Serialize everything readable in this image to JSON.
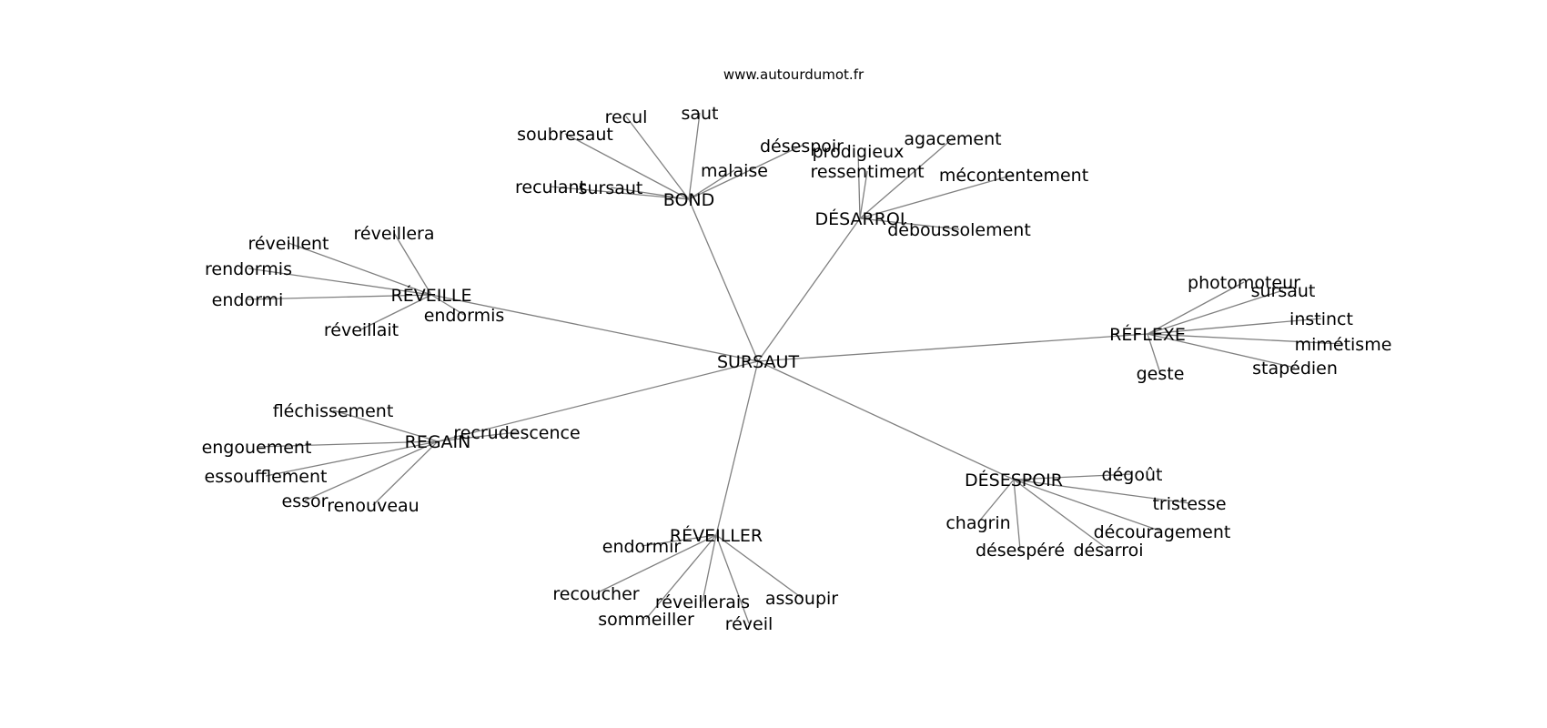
{
  "site": "www.autourdumot.fr",
  "edge_color": "#808080",
  "text_color": "#000000",
  "center": {
    "id": "sursaut_center",
    "label": "SURSAUT"
  },
  "hubs": [
    {
      "id": "bond",
      "label": "BOND",
      "leaves": [
        {
          "id": "bond_saut",
          "label": "saut"
        },
        {
          "id": "bond_recul",
          "label": "recul"
        },
        {
          "id": "bond_soubresaut",
          "label": "soubresaut"
        },
        {
          "id": "bond_reculant",
          "label": "reculant"
        },
        {
          "id": "bond_sursaut",
          "label": "sursaut"
        },
        {
          "id": "bond_malaise",
          "label": "malaise"
        },
        {
          "id": "bond_desespoir",
          "label": "désespoir"
        }
      ]
    },
    {
      "id": "desarroi",
      "label": "DÉSARROI",
      "leaves": [
        {
          "id": "desarroi_prodigieux",
          "label": "prodigieux"
        },
        {
          "id": "desarroi_agacement",
          "label": "agacement"
        },
        {
          "id": "desarroi_ressentiment",
          "label": "ressentiment"
        },
        {
          "id": "desarroi_mecontentement",
          "label": "mécontentement"
        },
        {
          "id": "desarroi_deboussolement",
          "label": "déboussolement"
        }
      ]
    },
    {
      "id": "reveille",
      "label": "RÉVEILLE",
      "leaves": [
        {
          "id": "reveille_reveillera",
          "label": "réveillera"
        },
        {
          "id": "reveille_reveillent",
          "label": "réveillent"
        },
        {
          "id": "reveille_rendormis",
          "label": "rendormis"
        },
        {
          "id": "reveille_endormi",
          "label": "endormi"
        },
        {
          "id": "reveille_reveillait",
          "label": "réveillait"
        },
        {
          "id": "reveille_endormis",
          "label": "endormis"
        }
      ]
    },
    {
      "id": "reflexe",
      "label": "RÉFLEXE",
      "leaves": [
        {
          "id": "reflexe_photomoteur",
          "label": "photomoteur"
        },
        {
          "id": "reflexe_sursaut",
          "label": "sursaut"
        },
        {
          "id": "reflexe_instinct",
          "label": "instinct"
        },
        {
          "id": "reflexe_mimetisme",
          "label": "mimétisme"
        },
        {
          "id": "reflexe_stapedien",
          "label": "stapédien"
        },
        {
          "id": "reflexe_geste",
          "label": "geste"
        }
      ]
    },
    {
      "id": "regain",
      "label": "REGAIN",
      "leaves": [
        {
          "id": "regain_flechissement",
          "label": "fléchissement"
        },
        {
          "id": "regain_recrudescence",
          "label": "recrudescence"
        },
        {
          "id": "regain_engouement",
          "label": "engouement"
        },
        {
          "id": "regain_essoufflement",
          "label": "essoufflement"
        },
        {
          "id": "regain_essor",
          "label": "essor"
        },
        {
          "id": "regain_renouveau",
          "label": "renouveau"
        }
      ]
    },
    {
      "id": "desespoir",
      "label": "DÉSESPOIR",
      "leaves": [
        {
          "id": "desespoir_degout",
          "label": "dégoût"
        },
        {
          "id": "desespoir_tristesse",
          "label": "tristesse"
        },
        {
          "id": "desespoir_decouragement",
          "label": "découragement"
        },
        {
          "id": "desespoir_chagrin",
          "label": "chagrin"
        },
        {
          "id": "desespoir_despere",
          "label": "désespéré"
        },
        {
          "id": "desespoir_desarroi",
          "label": "désarroi"
        }
      ]
    },
    {
      "id": "reveiller",
      "label": "RÉVEILLER",
      "leaves": [
        {
          "id": "reveiller_endormir",
          "label": "endormir"
        },
        {
          "id": "reveiller_recoucher",
          "label": "recoucher"
        },
        {
          "id": "reveiller_reveillerais",
          "label": "réveillerais"
        },
        {
          "id": "reveiller_assoupir",
          "label": "assoupir"
        },
        {
          "id": "reveiller_sommeiller",
          "label": "sommeiller"
        },
        {
          "id": "reveiller_reveil",
          "label": "réveil"
        }
      ]
    }
  ]
}
